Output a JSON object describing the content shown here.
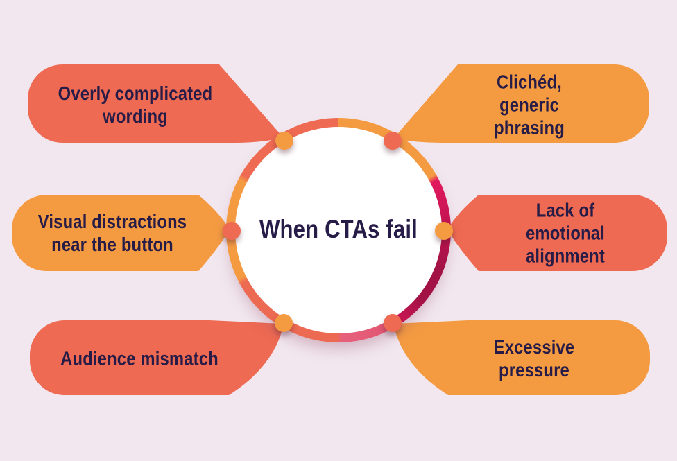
{
  "title": "When CTAs fail",
  "colors": {
    "background": "#F2E7EF",
    "salmon": "#EE6A52",
    "orange": "#F49B42",
    "text_navy": "#271C47",
    "ring_pink": "#E2195E",
    "ring_dark_crimson": "#A31245",
    "ring_rose": "#E25672",
    "circle_fill": "#FFFFFF"
  },
  "ring": {
    "segments": [
      {
        "from_deg": 0,
        "to_deg": 60,
        "color": "#F49B42"
      },
      {
        "from_deg": 60,
        "to_deg": 150,
        "color": "#E2195E to #A31245 to #CF1856"
      },
      {
        "from_deg": 150,
        "to_deg": 180,
        "color": "#E25672"
      },
      {
        "from_deg": 180,
        "to_deg": 242,
        "color": "#ED6A52"
      },
      {
        "from_deg": 242,
        "to_deg": 298,
        "color": "#F49B42"
      },
      {
        "from_deg": 298,
        "to_deg": 360,
        "color": "#EE6A52"
      }
    ]
  },
  "bubbles": [
    {
      "id": "overly-complicated-wording",
      "position": "top-left",
      "color": "salmon",
      "label": [
        "Overly complicated",
        "wording"
      ]
    },
    {
      "id": "cliched-generic-phrasing",
      "position": "top-right",
      "color": "orange",
      "label": [
        "Clichéd, generic",
        "phrasing"
      ]
    },
    {
      "id": "visual-distractions-near-the-button",
      "position": "middle-left",
      "color": "orange",
      "label": [
        "Visual distractions",
        "near the button"
      ]
    },
    {
      "id": "lack-of-emotional-alignment",
      "position": "middle-right",
      "color": "salmon",
      "label": [
        "Lack of emotional",
        "alignment"
      ]
    },
    {
      "id": "audience-mismatch",
      "position": "bottom-left",
      "color": "salmon",
      "label": [
        "Audience mismatch"
      ]
    },
    {
      "id": "excessive-pressure",
      "position": "bottom-right",
      "color": "orange",
      "label": [
        "Excessive pressure"
      ]
    }
  ],
  "connector_dots": [
    {
      "position": "top-left",
      "color": "orange"
    },
    {
      "position": "top-right",
      "color": "salmon"
    },
    {
      "position": "middle-left",
      "color": "salmon"
    },
    {
      "position": "middle-right",
      "color": "orange"
    },
    {
      "position": "bottom-left",
      "color": "orange"
    },
    {
      "position": "bottom-right",
      "color": "salmon"
    }
  ]
}
